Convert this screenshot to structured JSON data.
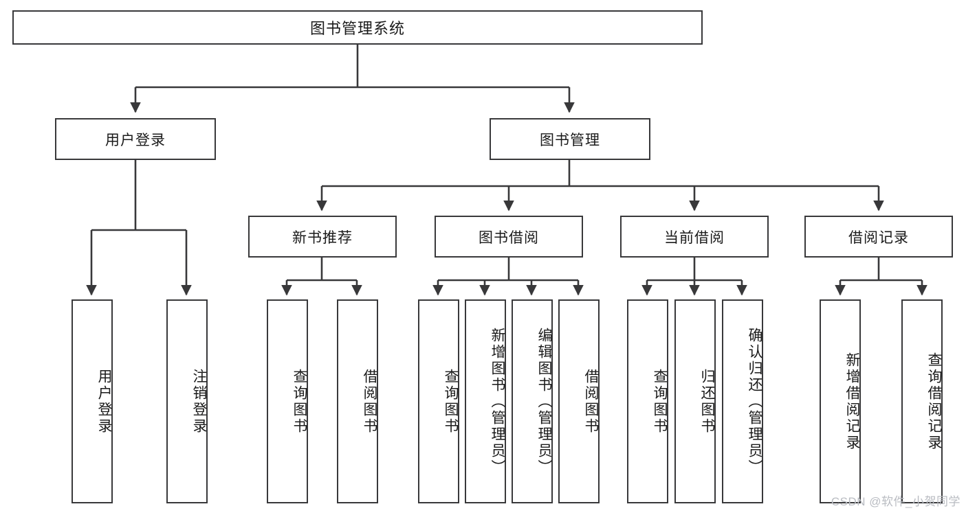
{
  "diagram": {
    "type": "tree-hierarchy",
    "title": "图书管理系统",
    "watermark": "CSDN @软件_小贺同学",
    "colors": {
      "stroke": "#38383a",
      "box_fill": "#ffffff",
      "text": "#1a1a1a",
      "background": "#ffffff",
      "watermark": "#b9bcc2"
    },
    "root": {
      "label": "图书管理系统",
      "orientation": "horizontal"
    },
    "level2": [
      {
        "label": "用户登录",
        "orientation": "horizontal"
      },
      {
        "label": "图书管理",
        "orientation": "horizontal"
      }
    ],
    "level3": [
      {
        "label": "新书推荐",
        "orientation": "horizontal",
        "parent": "图书管理"
      },
      {
        "label": "图书借阅",
        "orientation": "horizontal",
        "parent": "图书管理"
      },
      {
        "label": "当前借阅",
        "orientation": "horizontal",
        "parent": "图书管理"
      },
      {
        "label": "借阅记录",
        "orientation": "horizontal",
        "parent": "图书管理"
      }
    ],
    "leaves": {
      "user_login": [
        {
          "label": "用户登录",
          "orientation": "vertical"
        },
        {
          "label": "注销登录",
          "orientation": "vertical"
        }
      ],
      "new_book_recommend": [
        {
          "label": "查询图书",
          "orientation": "vertical"
        },
        {
          "label": "借阅图书",
          "orientation": "vertical"
        }
      ],
      "book_borrow": [
        {
          "label": "查询图书",
          "orientation": "vertical"
        },
        {
          "label": "新增图书（管理员）",
          "orientation": "vertical"
        },
        {
          "label": "编辑图书（管理员）",
          "orientation": "vertical"
        },
        {
          "label": "借阅图书",
          "orientation": "vertical"
        }
      ],
      "current_borrow": [
        {
          "label": "查询图书",
          "orientation": "vertical"
        },
        {
          "label": "归还图书",
          "orientation": "vertical"
        },
        {
          "label": "确认归还（管理员）",
          "orientation": "vertical"
        }
      ],
      "borrow_records": [
        {
          "label": "新增借阅记录",
          "orientation": "vertical"
        },
        {
          "label": "查询借阅记录",
          "orientation": "vertical"
        }
      ]
    }
  }
}
